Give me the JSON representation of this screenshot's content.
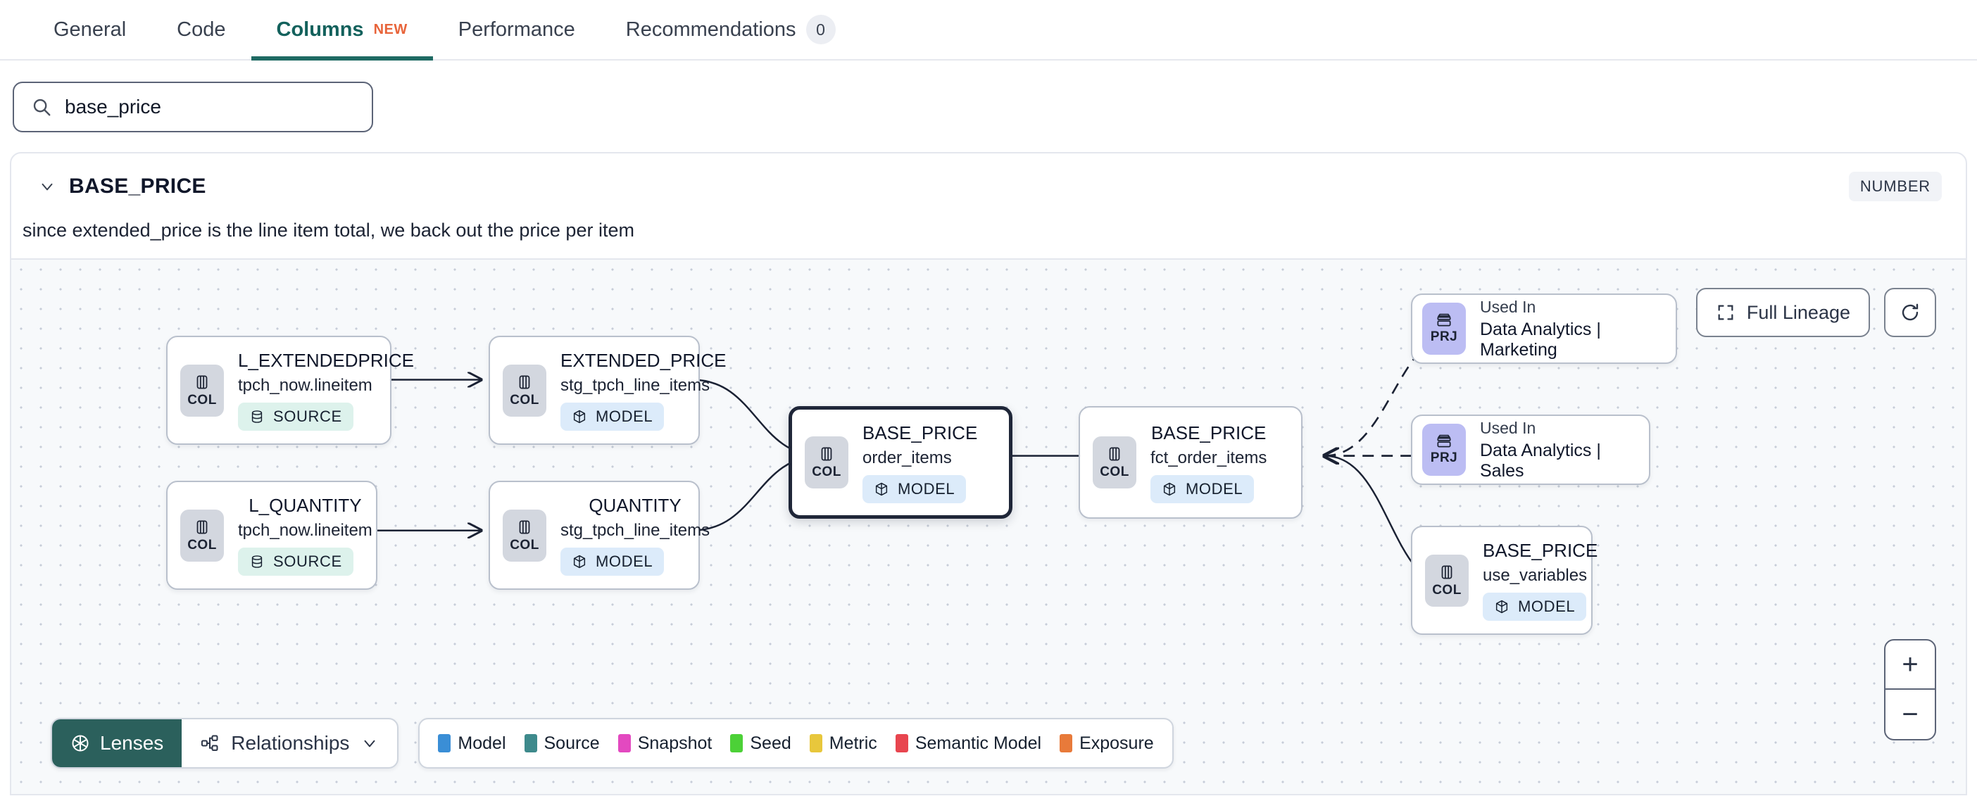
{
  "tabs": [
    {
      "label": "General",
      "active": false,
      "badge": null,
      "new": false
    },
    {
      "label": "Code",
      "active": false,
      "badge": null,
      "new": false
    },
    {
      "label": "Columns",
      "active": true,
      "badge": null,
      "new": true,
      "new_label": "NEW"
    },
    {
      "label": "Performance",
      "active": false,
      "badge": null,
      "new": false
    },
    {
      "label": "Recommendations",
      "active": false,
      "badge": "0",
      "new": false
    }
  ],
  "search": {
    "value": "base_price",
    "placeholder": "Search columns",
    "icon": "search-icon"
  },
  "column": {
    "name": "BASE_PRICE",
    "description": "since extended_price is the line item total, we back out the price per item",
    "type_badge": "NUMBER",
    "expanded": true
  },
  "canvas": {
    "full_lineage_label": "Full Lineage",
    "refresh_label": "",
    "zoom_in_label": "+",
    "zoom_out_label": "−"
  },
  "graph": {
    "nodes": [
      {
        "id": "l_extendedprice",
        "badge": "COL",
        "badge_kind": "col",
        "name": "L_EXTENDEDPRICE",
        "sub": "tpch_now.lineitem",
        "kind": "SOURCE",
        "kind_class": "source",
        "selected": false
      },
      {
        "id": "l_quantity",
        "badge": "COL",
        "badge_kind": "col",
        "name": "L_QUANTITY",
        "sub": "tpch_now.lineitem",
        "kind": "SOURCE",
        "kind_class": "source",
        "selected": false
      },
      {
        "id": "extended_price",
        "badge": "COL",
        "badge_kind": "col",
        "name": "EXTENDED_PRICE",
        "sub": "stg_tpch_line_items",
        "kind": "MODEL",
        "kind_class": "model",
        "selected": false
      },
      {
        "id": "quantity",
        "badge": "COL",
        "badge_kind": "col",
        "name": "QUANTITY",
        "sub": "stg_tpch_line_items",
        "kind": "MODEL",
        "kind_class": "model",
        "selected": false
      },
      {
        "id": "base_price_order_items",
        "badge": "COL",
        "badge_kind": "col",
        "name": "BASE_PRICE",
        "sub": "order_items",
        "kind": "MODEL",
        "kind_class": "model",
        "selected": true
      },
      {
        "id": "base_price_fct",
        "badge": "COL",
        "badge_kind": "col",
        "name": "BASE_PRICE",
        "sub": "fct_order_items",
        "kind": "MODEL",
        "kind_class": "model",
        "selected": false
      },
      {
        "id": "base_price_use_variables",
        "badge": "COL",
        "badge_kind": "col",
        "name": "BASE_PRICE",
        "sub": "use_variables",
        "kind": "MODEL",
        "kind_class": "model",
        "selected": false
      }
    ],
    "projects": [
      {
        "id": "prj_marketing",
        "badge": "PRJ",
        "used_in": "Used In",
        "name": "Data Analytics | Marketing"
      },
      {
        "id": "prj_sales",
        "badge": "PRJ",
        "used_in": "Used In",
        "name": "Data Analytics | Sales"
      }
    ]
  },
  "toolbar": {
    "lenses_label": "Lenses",
    "relationships_label": "Relationships"
  },
  "legend": [
    {
      "label": "Model",
      "color": "#3a8ed6"
    },
    {
      "label": "Source",
      "color": "#3e8a8c"
    },
    {
      "label": "Snapshot",
      "color": "#e349c0"
    },
    {
      "label": "Seed",
      "color": "#4cd137"
    },
    {
      "label": "Metric",
      "color": "#e8c73c"
    },
    {
      "label": "Semantic Model",
      "color": "#e8454f"
    },
    {
      "label": "Exposure",
      "color": "#e87a3a"
    }
  ]
}
